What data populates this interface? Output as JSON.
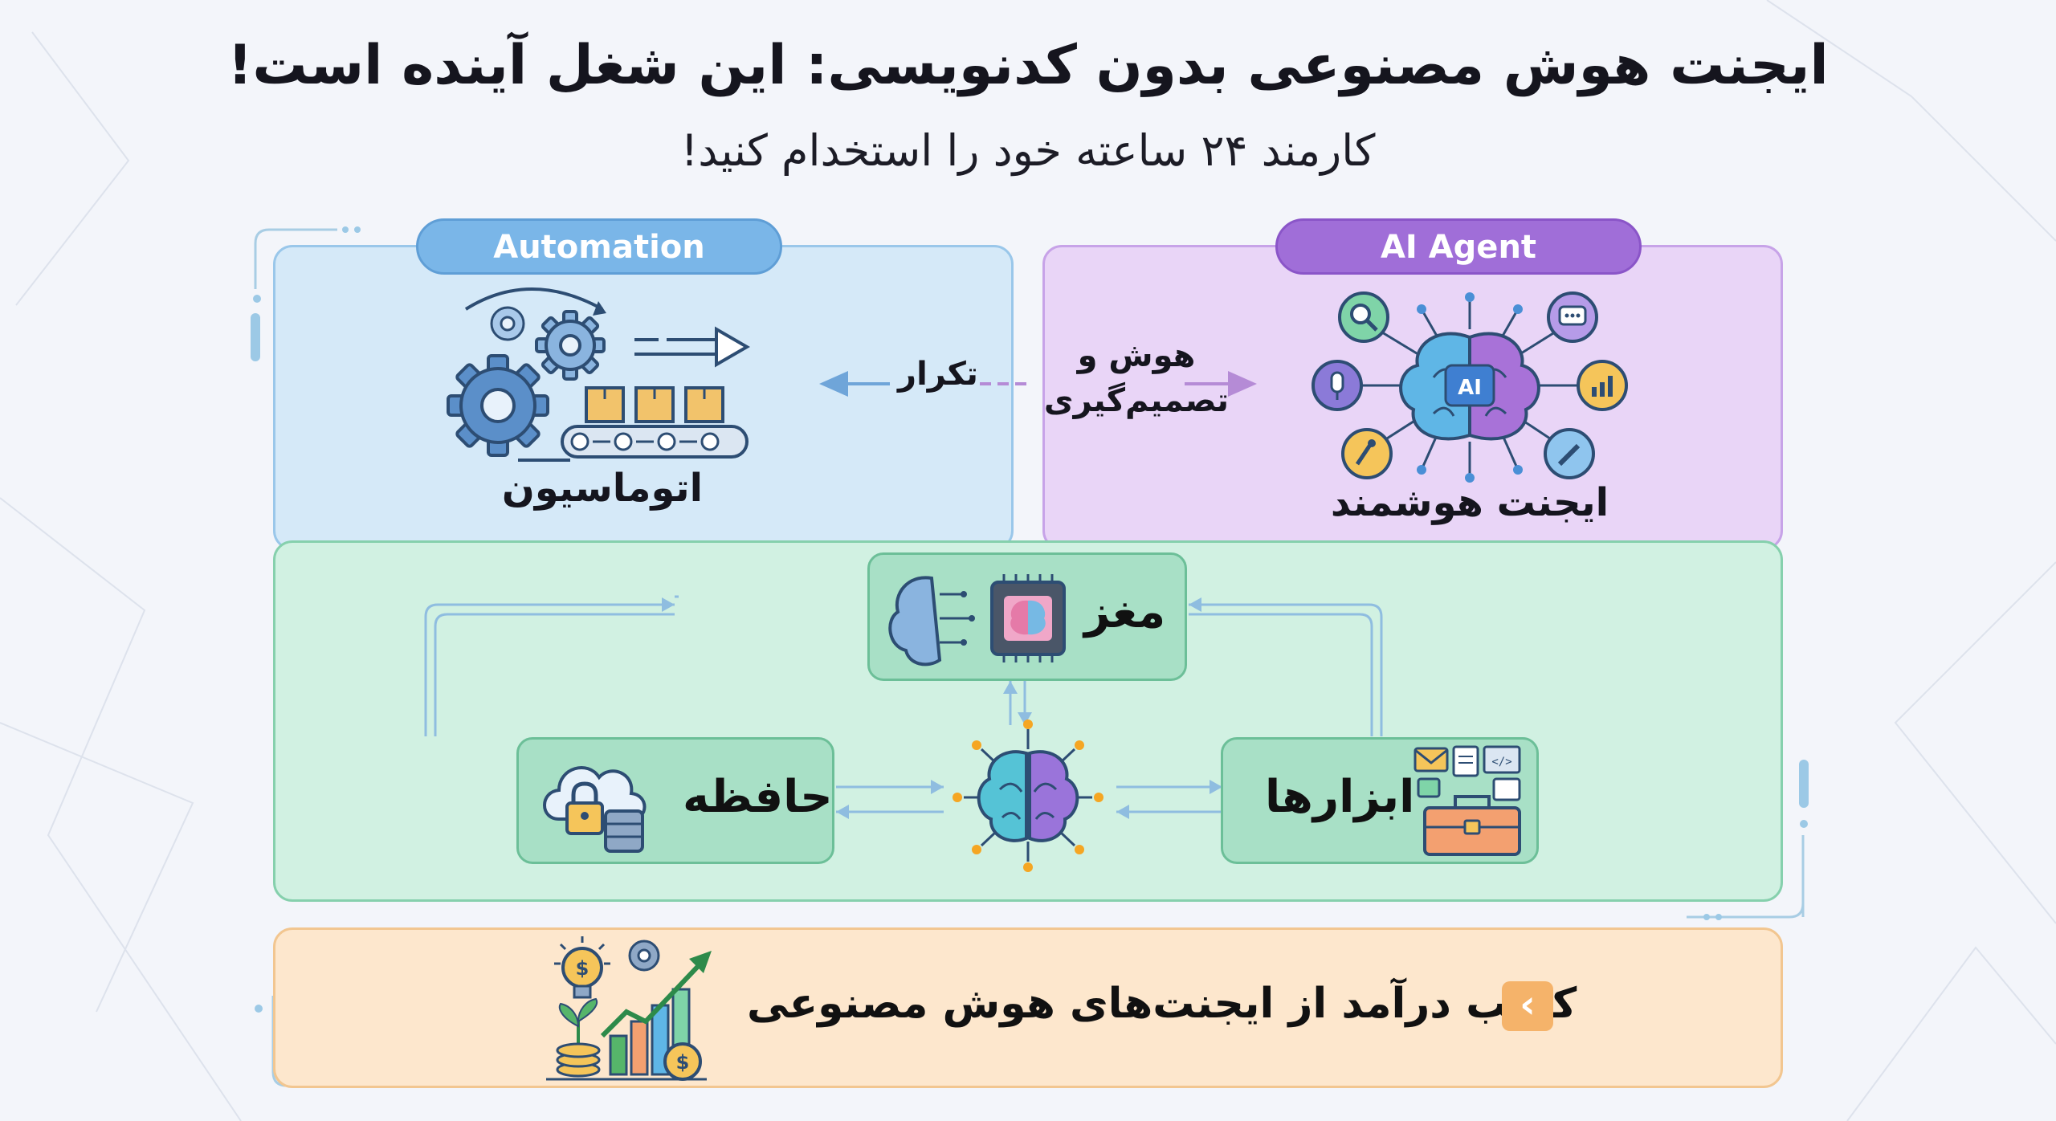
{
  "title": "ایجنت هوش مصنوعی بدون کدنویسی: این شغل آینده است!",
  "subtitle": "کارمند ۲۴ ساعته خود را استخدام کنید!",
  "automation": {
    "badge": "Automation",
    "label": "اتوماسیون",
    "arrow_label": "تکرار",
    "color": "#8fc2ec"
  },
  "ai_agent": {
    "badge": "AI Agent",
    "label": "ایجنت هوشمند",
    "arrow_label_line1": "هوش و",
    "arrow_label_line2": "تصمیم‌گیری",
    "chip_text": "AI",
    "color": "#a673d8"
  },
  "architecture": {
    "brain": "مغز",
    "memory": "حافظه",
    "tools": "ابزارها",
    "color": "#6cbf98"
  },
  "income": {
    "label": "کسب درآمد از ایجنت‌های هوش مصنوعی",
    "chevron": "‹",
    "color": "#f2c690"
  }
}
